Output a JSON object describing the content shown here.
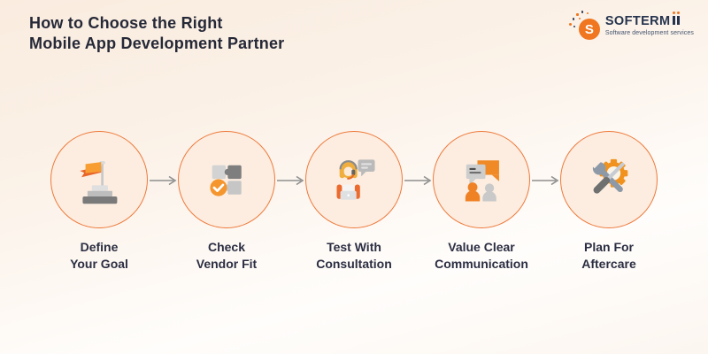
{
  "title": {
    "line1": "How to Choose the Right",
    "line2": "Mobile App Development Partner"
  },
  "logo": {
    "name": "SOFTERMII",
    "name_prefix": "SOFTERM",
    "monogram": "S",
    "tagline": "Software development services"
  },
  "steps": [
    {
      "label_line1": "Define",
      "label_line2": "Your Goal",
      "icon": "flag-on-podium"
    },
    {
      "label_line1": "Check",
      "label_line2": "Vendor Fit",
      "icon": "puzzle-check"
    },
    {
      "label_line1": "Test With",
      "label_line2": "Consultation",
      "icon": "support-agent"
    },
    {
      "label_line1": "Value Clear",
      "label_line2": "Communication",
      "icon": "chat-people"
    },
    {
      "label_line1": "Plan For",
      "label_line2": "Aftercare",
      "icon": "tools-gear"
    }
  ],
  "colors": {
    "accent_orange": "#F0821F",
    "dark_orange": "#E8652A",
    "circle_fill": "#FCEDE0",
    "circle_stroke": "#EE7A3C",
    "heading_text": "#252837",
    "label_text": "#2B2E42",
    "arrow_gray": "#8F8F8F",
    "logo_navy": "#24334D"
  }
}
